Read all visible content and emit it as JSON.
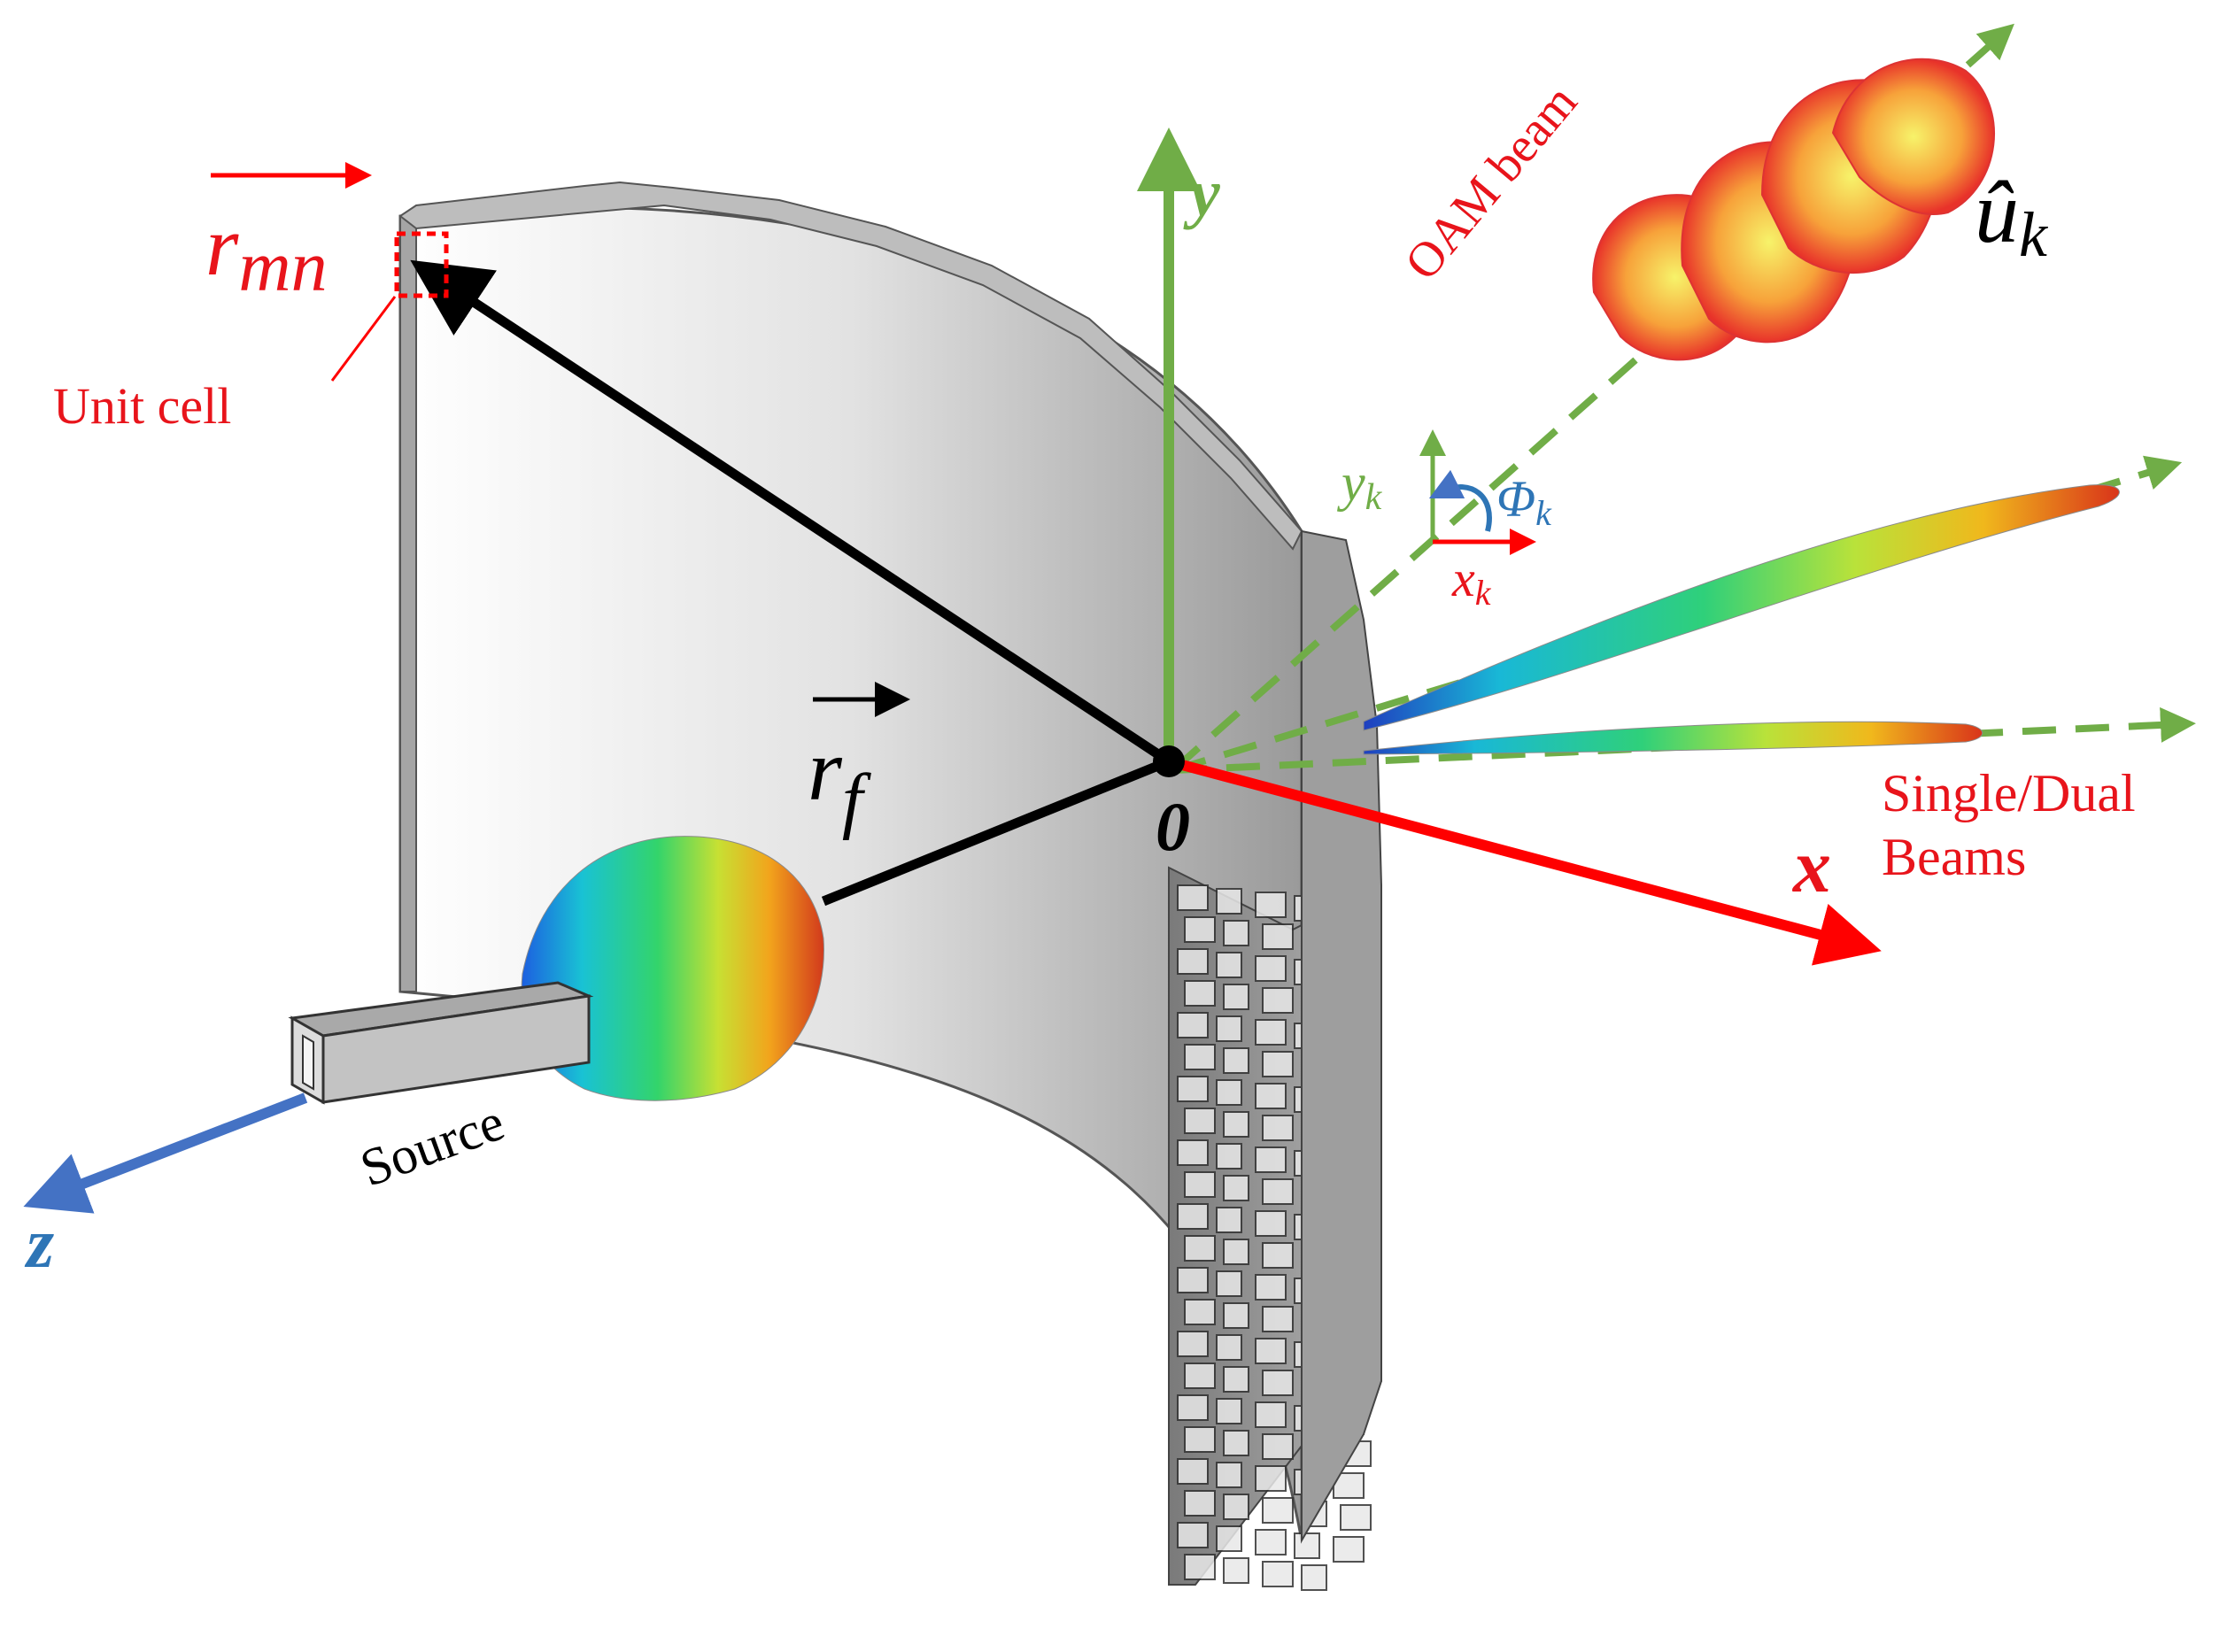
{
  "labels": {
    "r_mn": "r",
    "r_mn_sub": "mn",
    "unit_cell": "Unit cell",
    "oam_beam": "OAM beam",
    "u_k": "û",
    "u_k_sub": "k",
    "axis_y": "y",
    "axis_x": "x",
    "axis_z": "z",
    "origin": "0",
    "r_f": "r",
    "r_f_sub": "f",
    "y_k": "y",
    "y_k_sub": "k",
    "x_k": "x",
    "x_k_sub": "k",
    "phi_k": "Φ",
    "phi_k_sub": "k",
    "single_dual_line1": "Single/Dual",
    "single_dual_line2": "Beams",
    "source": "Source"
  },
  "colors": {
    "red_label": "#e8141b",
    "green_axis": "#70ad47",
    "blue_axis": "#4472c4",
    "blue_label": "#2e75b6",
    "reflector_gray": "#c8c8c8"
  },
  "icons": {
    "vector_arrow": "overhead-right-arrow",
    "hat": "circumflex"
  }
}
